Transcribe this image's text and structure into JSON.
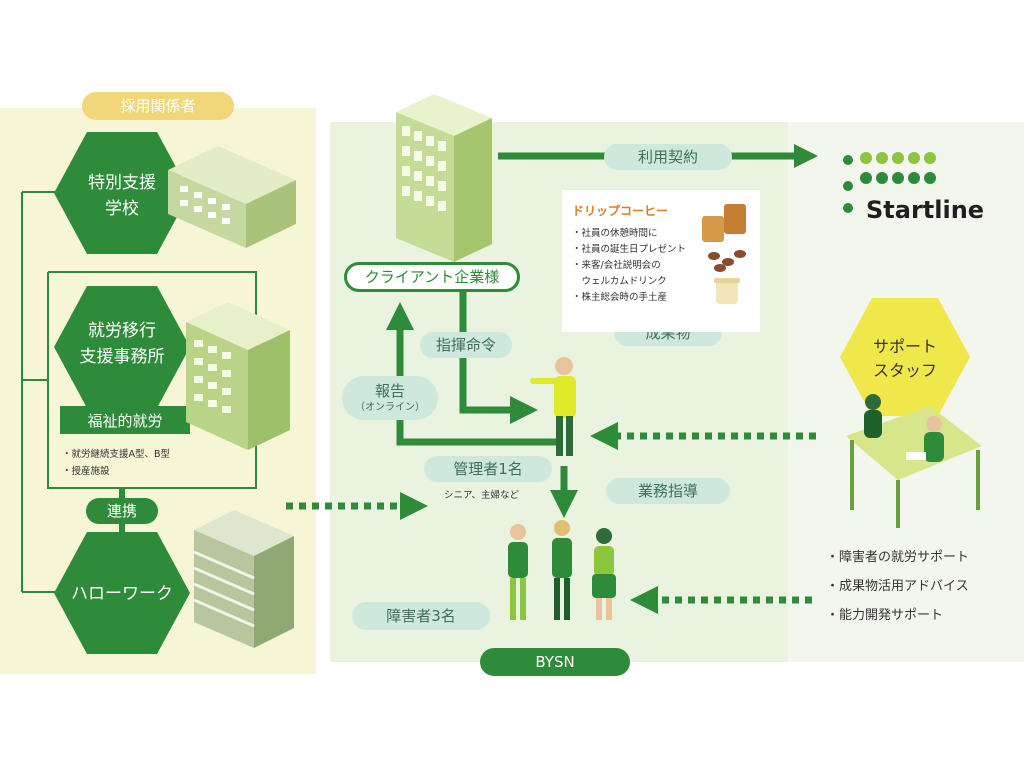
{
  "left": {
    "header": "採用関係者",
    "hex1": [
      "特別支援",
      "学校"
    ],
    "hex2": [
      "就労移行",
      "支援事務所"
    ],
    "welfare_label": "福祉的就労",
    "welfare_items": [
      "・就労継続支援A型、B型",
      "・授産施設"
    ],
    "link_label": "連携",
    "hex3": "ハローワーク"
  },
  "middle": {
    "client": "クライアント企業様",
    "contract": "利用契約",
    "command": "指揮命令",
    "report": "報告",
    "report_sub": "（オンライン）",
    "manager": "管理者1名",
    "manager_sub": "シニア、主婦など",
    "guidance": "業務指導",
    "disabled": "障害者3名",
    "deliverable": "成果物",
    "footer": "BYSN"
  },
  "card": {
    "title": "ドリップコーヒー",
    "items": [
      "・社員の休憩時間に",
      "・社員の誕生日プレゼント",
      "・来客/会社説明会の",
      "　ウェルカムドリンク",
      "・株主総会時の手土産"
    ]
  },
  "right": {
    "logo": "Startline",
    "support_hex": [
      "サポート",
      "スタッフ"
    ],
    "bullets": [
      "・障害者の就労サポート",
      "・成果物活用アドバイス",
      "・能力開発サポート"
    ]
  },
  "colors": {
    "dark_green": "#2e8b3a",
    "lime": "#8cc63f",
    "yellow_green": "#e0ea2a",
    "mint": "#cfe8de",
    "yellow": "#f2d77a"
  }
}
